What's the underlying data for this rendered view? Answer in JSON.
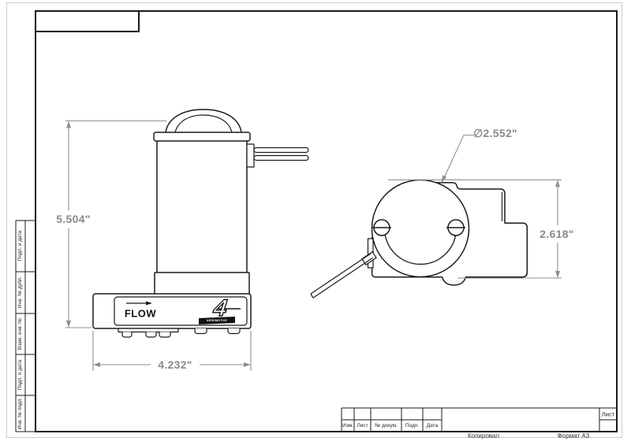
{
  "sheet": {
    "stamp": {
      "columns": [
        "Изм.",
        "Лист",
        "№ докум.",
        "Подп.",
        "Дата"
      ],
      "sheet_label": "Лист",
      "copied_label": "Копировал",
      "format_label": "Формат А3"
    },
    "margin_labels": [
      "Подп. и дата",
      "Инв. № дубл.",
      "Взам. инв. №",
      "Подп. и дата",
      "Инв. № подл."
    ]
  },
  "drawing": {
    "flow_label": "FLOW",
    "logo": {
      "glyph": "4",
      "banner": "AEROMOTIVE"
    },
    "dimensions": {
      "overall_height": "5.504\"",
      "overall_width": "4.232\"",
      "pump_diameter": "∅2.552\"",
      "bracket_height": "2.618\""
    },
    "colors": {
      "outline": "#1a1a1a",
      "dimension": "#8f8f8f",
      "frame": "#000000",
      "paper_edge": "#cccccc"
    }
  }
}
